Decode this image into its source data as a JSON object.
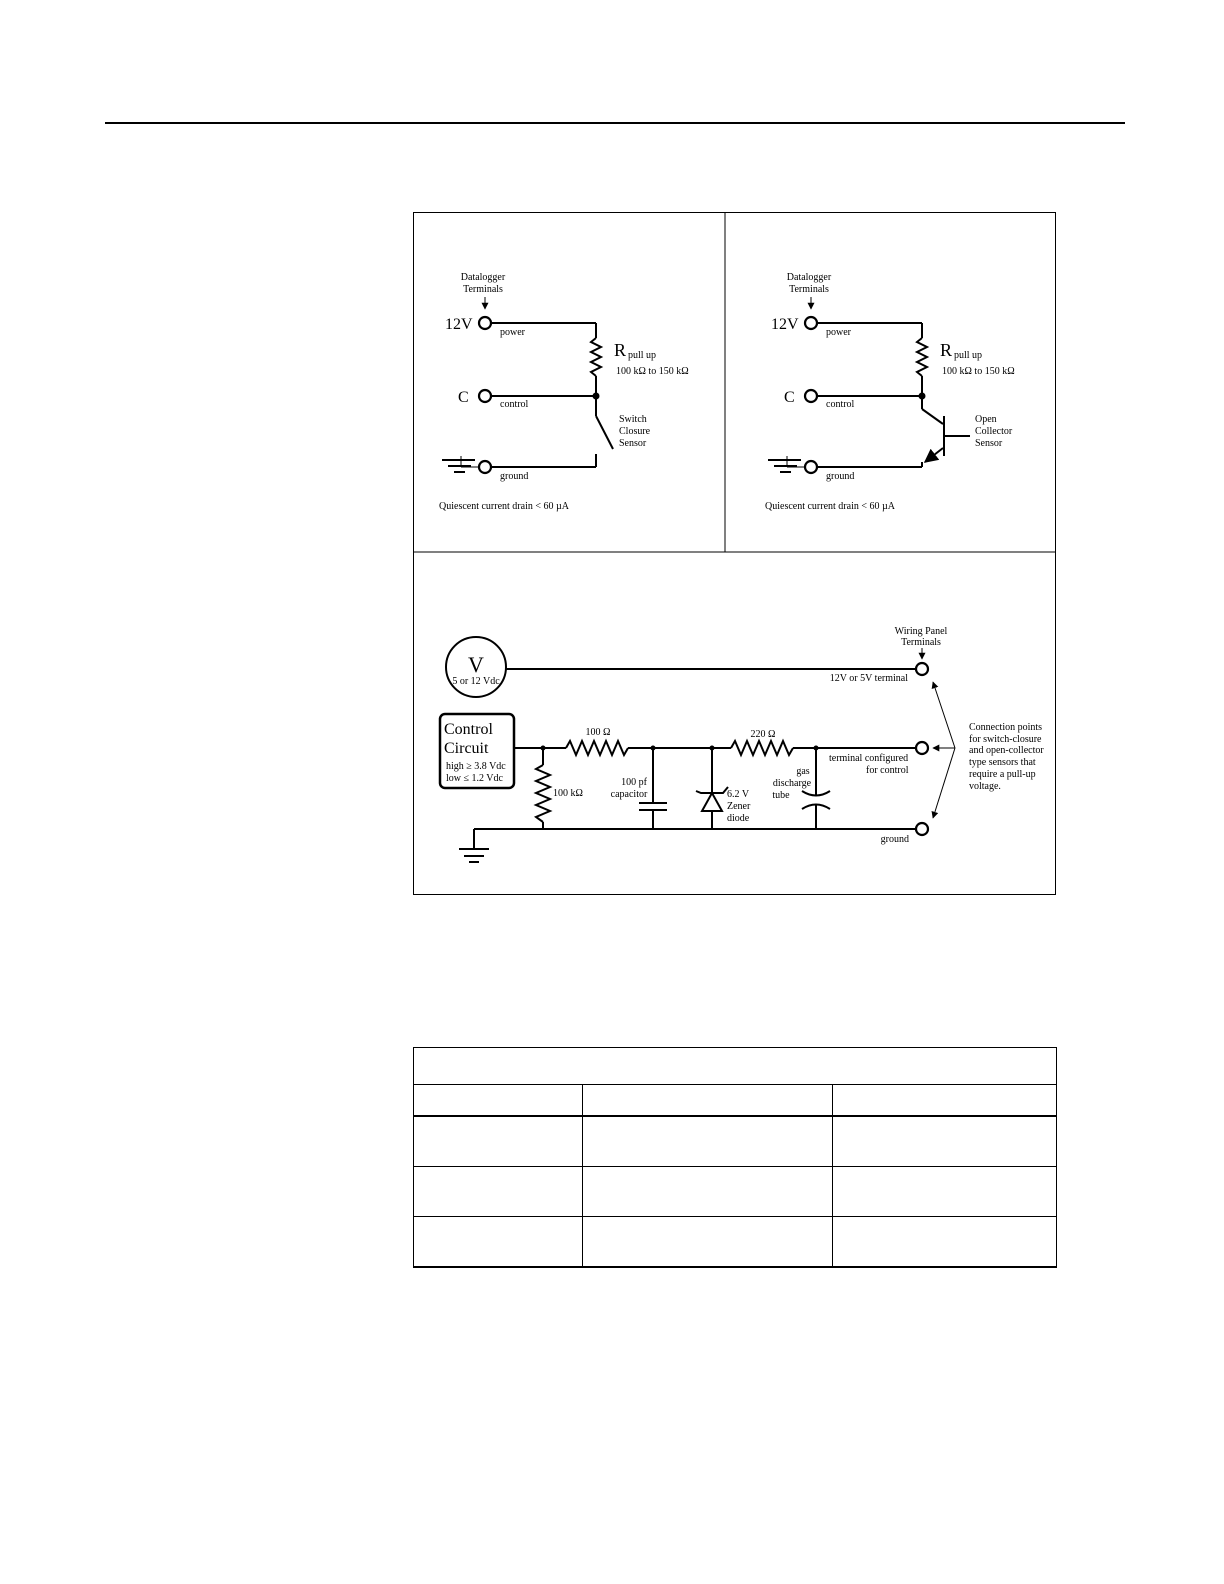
{
  "panel_a": {
    "terminals_label_1": "Datalogger",
    "terminals_label_2": "Terminals",
    "term_12v": "12V",
    "term_c": "C",
    "power_label": "power",
    "control_label": "control",
    "ground_label": "ground",
    "r_symbol": "R",
    "r_subscript": "pull up",
    "r_range": "100 kΩ to 150 kΩ",
    "sensor_1": "Switch",
    "sensor_2": "Closure",
    "sensor_3": "Sensor",
    "current_note": "Quiescent current drain < 60 µA"
  },
  "panel_b": {
    "terminals_label_1": "Datalogger",
    "terminals_label_2": "Terminals",
    "term_12v": "12V",
    "term_c": "C",
    "power_label": "power",
    "control_label": "control",
    "ground_label": "ground",
    "r_symbol": "R",
    "r_subscript": "pull up",
    "r_range": "100 kΩ to 150 kΩ",
    "sensor_1": "Open",
    "sensor_2": "Collector",
    "sensor_3": "Sensor",
    "current_note": "Quiescent current drain < 60 µA"
  },
  "panel_c": {
    "source_symbol": "V",
    "source_label": "5 or 12 Vdc",
    "wiring_panel_1": "Wiring Panel",
    "wiring_panel_2": "Terminals",
    "supply_terminal": "12V or 5V terminal",
    "control_circuit_1": "Control",
    "control_circuit_2": "Circuit",
    "high_level": "high ≥ 3.8 Vdc",
    "low_level": "low ≤ 1.2 Vdc",
    "r_series_1": "100 Ω",
    "r_shunt": "100 kΩ",
    "cap_1": "100 pf",
    "cap_2": "capacitor",
    "r_series_2": "220 Ω",
    "zener_1": "6.2 V",
    "zener_2": "Zener",
    "zener_3": "diode",
    "gas_1": "gas",
    "gas_2": "discharge",
    "gas_3": "tube",
    "control_terminal_1": "terminal configured",
    "control_terminal_2": "for control",
    "ground_label": "ground",
    "note_1": "Connection points",
    "note_2": "for switch-closure",
    "note_3": "and open-collector",
    "note_4": "type sensors that",
    "note_5": "require a pull-up",
    "note_6": "voltage."
  },
  "table": {
    "title": "",
    "headers": [
      "",
      "",
      ""
    ],
    "rows": [
      [
        "",
        "",
        ""
      ],
      [
        "",
        "",
        ""
      ],
      [
        "",
        "",
        ""
      ]
    ]
  }
}
